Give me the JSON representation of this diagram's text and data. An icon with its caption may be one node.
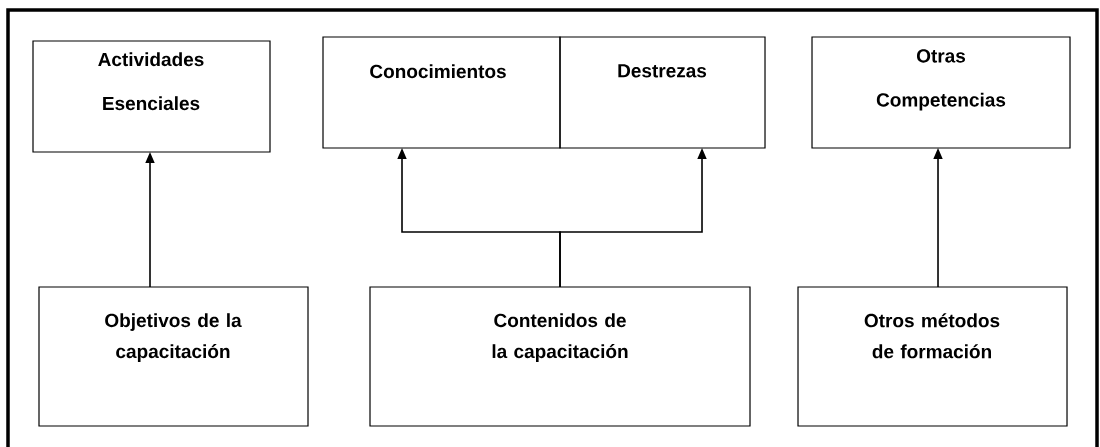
{
  "diagram": {
    "nodes": [
      {
        "text": [
          "Actividades Esenciales"
        ]
      },
      {
        "text": [
          "Conocimientos"
        ]
      },
      {
        "text": [
          "Destrezas"
        ]
      },
      {
        "text": [
          "Otras Competencias"
        ]
      },
      {
        "text": [
          "Objetivos de la capacitación"
        ]
      },
      {
        "text": [
          "Contenidos de la capacitación"
        ]
      },
      {
        "text": [
          "Otros métodos de formación"
        ]
      }
    ],
    "edges": [
      {
        "from": 4,
        "to": 0,
        "arrow": "to"
      },
      {
        "from": 5,
        "to": 1,
        "arrow": "to"
      },
      {
        "from": 5,
        "to": 2,
        "arrow": "to"
      },
      {
        "from": 6,
        "to": 3,
        "arrow": "to"
      }
    ]
  }
}
